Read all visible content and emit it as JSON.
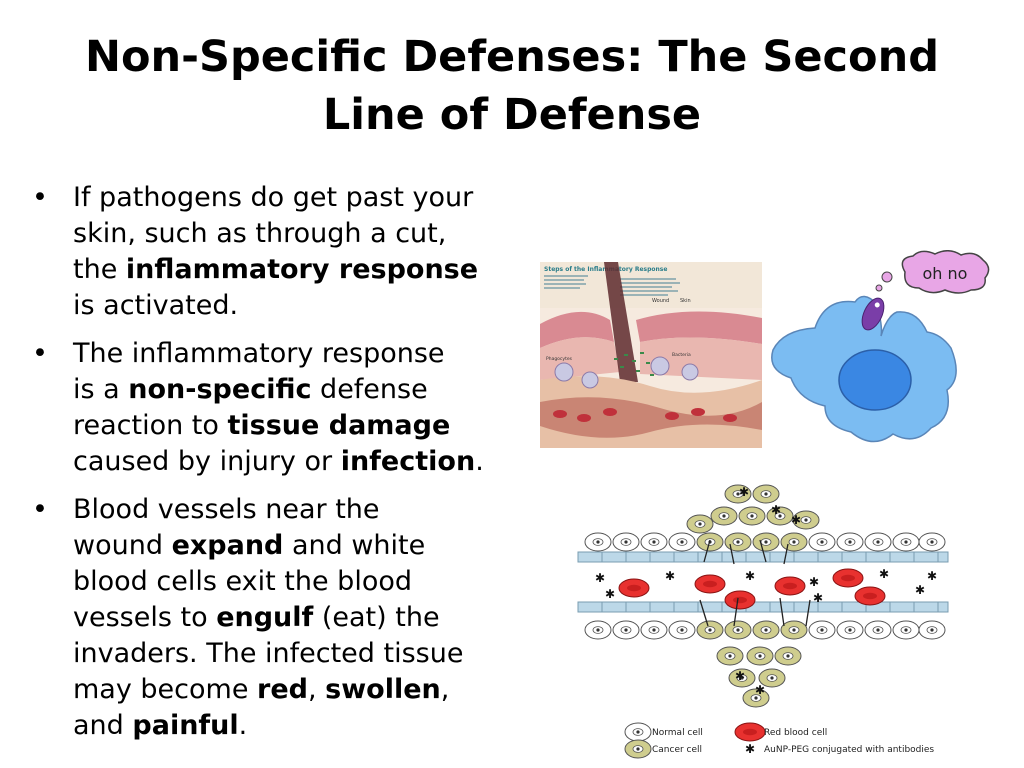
{
  "slide": {
    "title_line1": "Non-Specific Defenses:  The Second",
    "title_line2": "Line of Defense",
    "bullet_symbol": "•",
    "bullets": [
      {
        "lines": [
          [
            {
              "t": "If pathogens do get past your"
            }
          ],
          [
            {
              "t": "skin, such as through a cut,"
            }
          ],
          [
            {
              "t": "the "
            },
            {
              "t": "inflammatory response",
              "b": true
            }
          ],
          [
            {
              "t": "is activated."
            }
          ]
        ]
      },
      {
        "lines": [
          [
            {
              "t": "The inflammatory response"
            }
          ],
          [
            {
              "t": "is a "
            },
            {
              "t": "non-specific",
              "b": true
            },
            {
              "t": " defense"
            }
          ],
          [
            {
              "t": "reaction to "
            },
            {
              "t": "tissue damage",
              "b": true
            }
          ],
          [
            {
              "t": "caused by injury or "
            },
            {
              "t": "infection",
              "b": true
            },
            {
              "t": "."
            }
          ]
        ]
      },
      {
        "lines": [
          [
            {
              "t": "Blood vessels near the"
            }
          ],
          [
            {
              "t": "wound "
            },
            {
              "t": "expand",
              "b": true
            },
            {
              "t": " and white"
            }
          ],
          [
            {
              "t": "blood cells exit the blood"
            }
          ],
          [
            {
              "t": "vessels to "
            },
            {
              "t": "engulf",
              "b": true
            },
            {
              "t": " (eat) the"
            }
          ],
          [
            {
              "t": "invaders.  The infected tissue"
            }
          ],
          [
            {
              "t": "may become "
            },
            {
              "t": "red",
              "b": true
            },
            {
              "t": ", "
            },
            {
              "t": "swollen",
              "b": true
            },
            {
              "t": ","
            }
          ],
          [
            {
              "t": "and "
            },
            {
              "t": "painful",
              "b": true
            },
            {
              "t": "."
            }
          ]
        ]
      }
    ]
  },
  "figures": {
    "textbook": {
      "heading": "Steps of the Inflammatory Response",
      "label_wound": "Wound",
      "label_skin": "Skin",
      "label_phagocytes": "Phagocytes",
      "label_bacteria": "Bacteria"
    },
    "cartoon": {
      "speech": "oh  no"
    },
    "diagram": {
      "legend": {
        "normal_cell": "Normal cell",
        "cancer_cell": "Cancer cell",
        "red_blood_cell": "Red blood cell",
        "aunp": "AuNP-PEG conjugated with antibodies"
      }
    }
  },
  "colors": {
    "cell_fill": "#cfcd8e",
    "red_blood_cell": "#e8312f",
    "cartoon_cell": "#7bbcf2",
    "nucleus": "#3a87e3",
    "pathogen": "#7a3ea8",
    "thought_bubble": "#e8a6e6"
  }
}
